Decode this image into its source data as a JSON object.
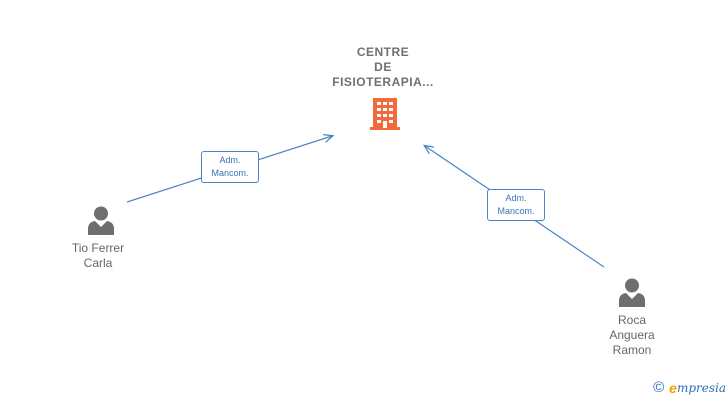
{
  "company": {
    "name_lines": [
      "CENTRE",
      "DE",
      "FISIOTERAPIA..."
    ],
    "icon": "building-icon",
    "color": "#f26a3a"
  },
  "people": [
    {
      "id": "tio",
      "name_lines": [
        "Tio Ferrer",
        "Carla"
      ],
      "icon": "person-icon"
    },
    {
      "id": "roca",
      "name_lines": [
        "Roca",
        "Anguera",
        "Ramon"
      ],
      "icon": "person-icon"
    }
  ],
  "relations": [
    {
      "from": "tio",
      "to": "company",
      "role_lines": [
        "Adm.",
        "Mancom."
      ]
    },
    {
      "from": "roca",
      "to": "company",
      "role_lines": [
        "Adm.",
        "Mancom."
      ]
    }
  ],
  "colors": {
    "edge": "#4a84c8",
    "node_icon": "#6e6e6e",
    "label": "#666666"
  },
  "watermark": {
    "symbol": "©",
    "brand_initial": "e",
    "brand_rest": "mpresia"
  }
}
